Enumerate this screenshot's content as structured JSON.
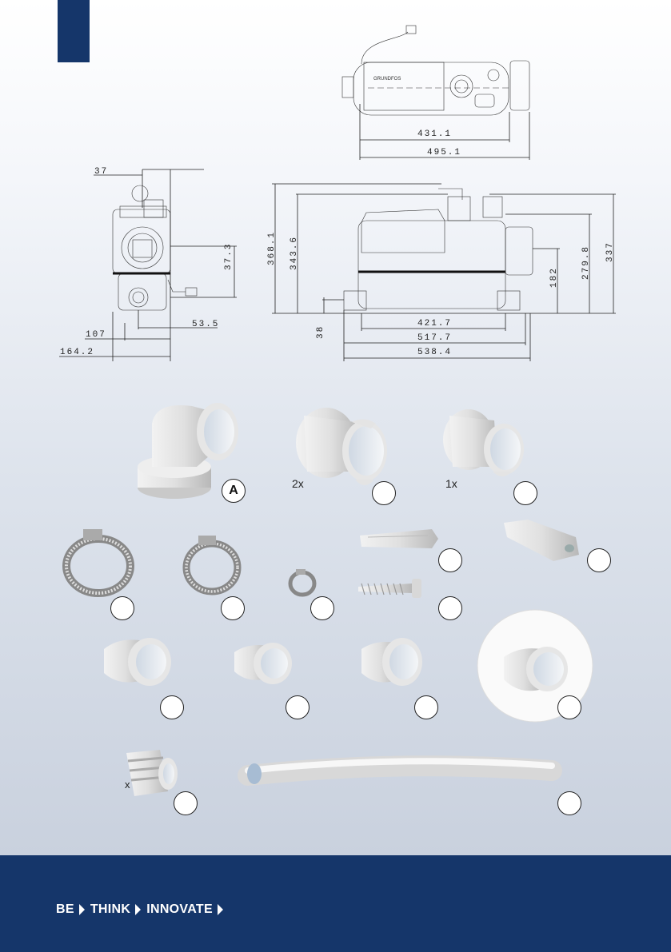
{
  "dimensions": {
    "top_width_inner": "431.1",
    "top_width_outer": "495.1",
    "side_37_top": "37",
    "side_37_3": "37.3",
    "side_53_5": "53.5",
    "side_107": "107",
    "side_164_2": "164.2",
    "front_368_1": "368.1",
    "front_343_6": "343.6",
    "front_38": "38",
    "front_182": "182",
    "front_279_8": "279.8",
    "front_337": "337",
    "front_421_7": "421.7",
    "front_517_7": "517.7",
    "front_538_4": "538.4"
  },
  "parts": {
    "elbow_label": "A",
    "sleeve_large_qty": "2x",
    "sleeve_small_qty": "1x",
    "x_label": "x"
  },
  "footer": {
    "word1": "BE",
    "word2": "THINK",
    "word3": "INNOVATE"
  },
  "colors": {
    "brand_blue": "#15366a"
  }
}
